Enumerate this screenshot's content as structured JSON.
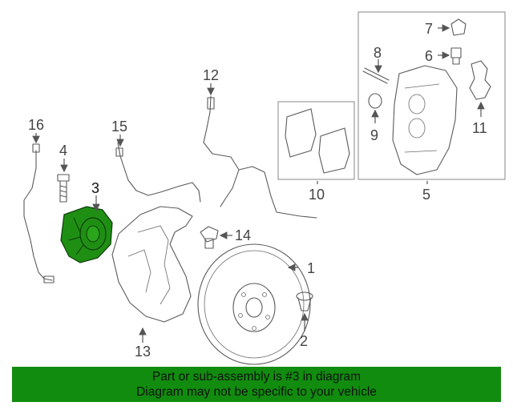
{
  "colors": {
    "highlight_part": "#1f8f14",
    "footer_background": "#118c0f",
    "line": "#5a5a5a"
  },
  "callouts": {
    "c1": "1",
    "c2": "2",
    "c3": "3",
    "c4": "4",
    "c5": "5",
    "c6": "6",
    "c7": "7",
    "c8": "8",
    "c9": "9",
    "c10": "10",
    "c11": "11",
    "c12": "12",
    "c13": "13",
    "c14": "14",
    "c15": "15",
    "c16": "16"
  },
  "highlighted_callout": "3",
  "footer": {
    "line1": "Part or sub-assembly is #3 in diagram",
    "line2": "Diagram may not be specific to your vehicle"
  }
}
